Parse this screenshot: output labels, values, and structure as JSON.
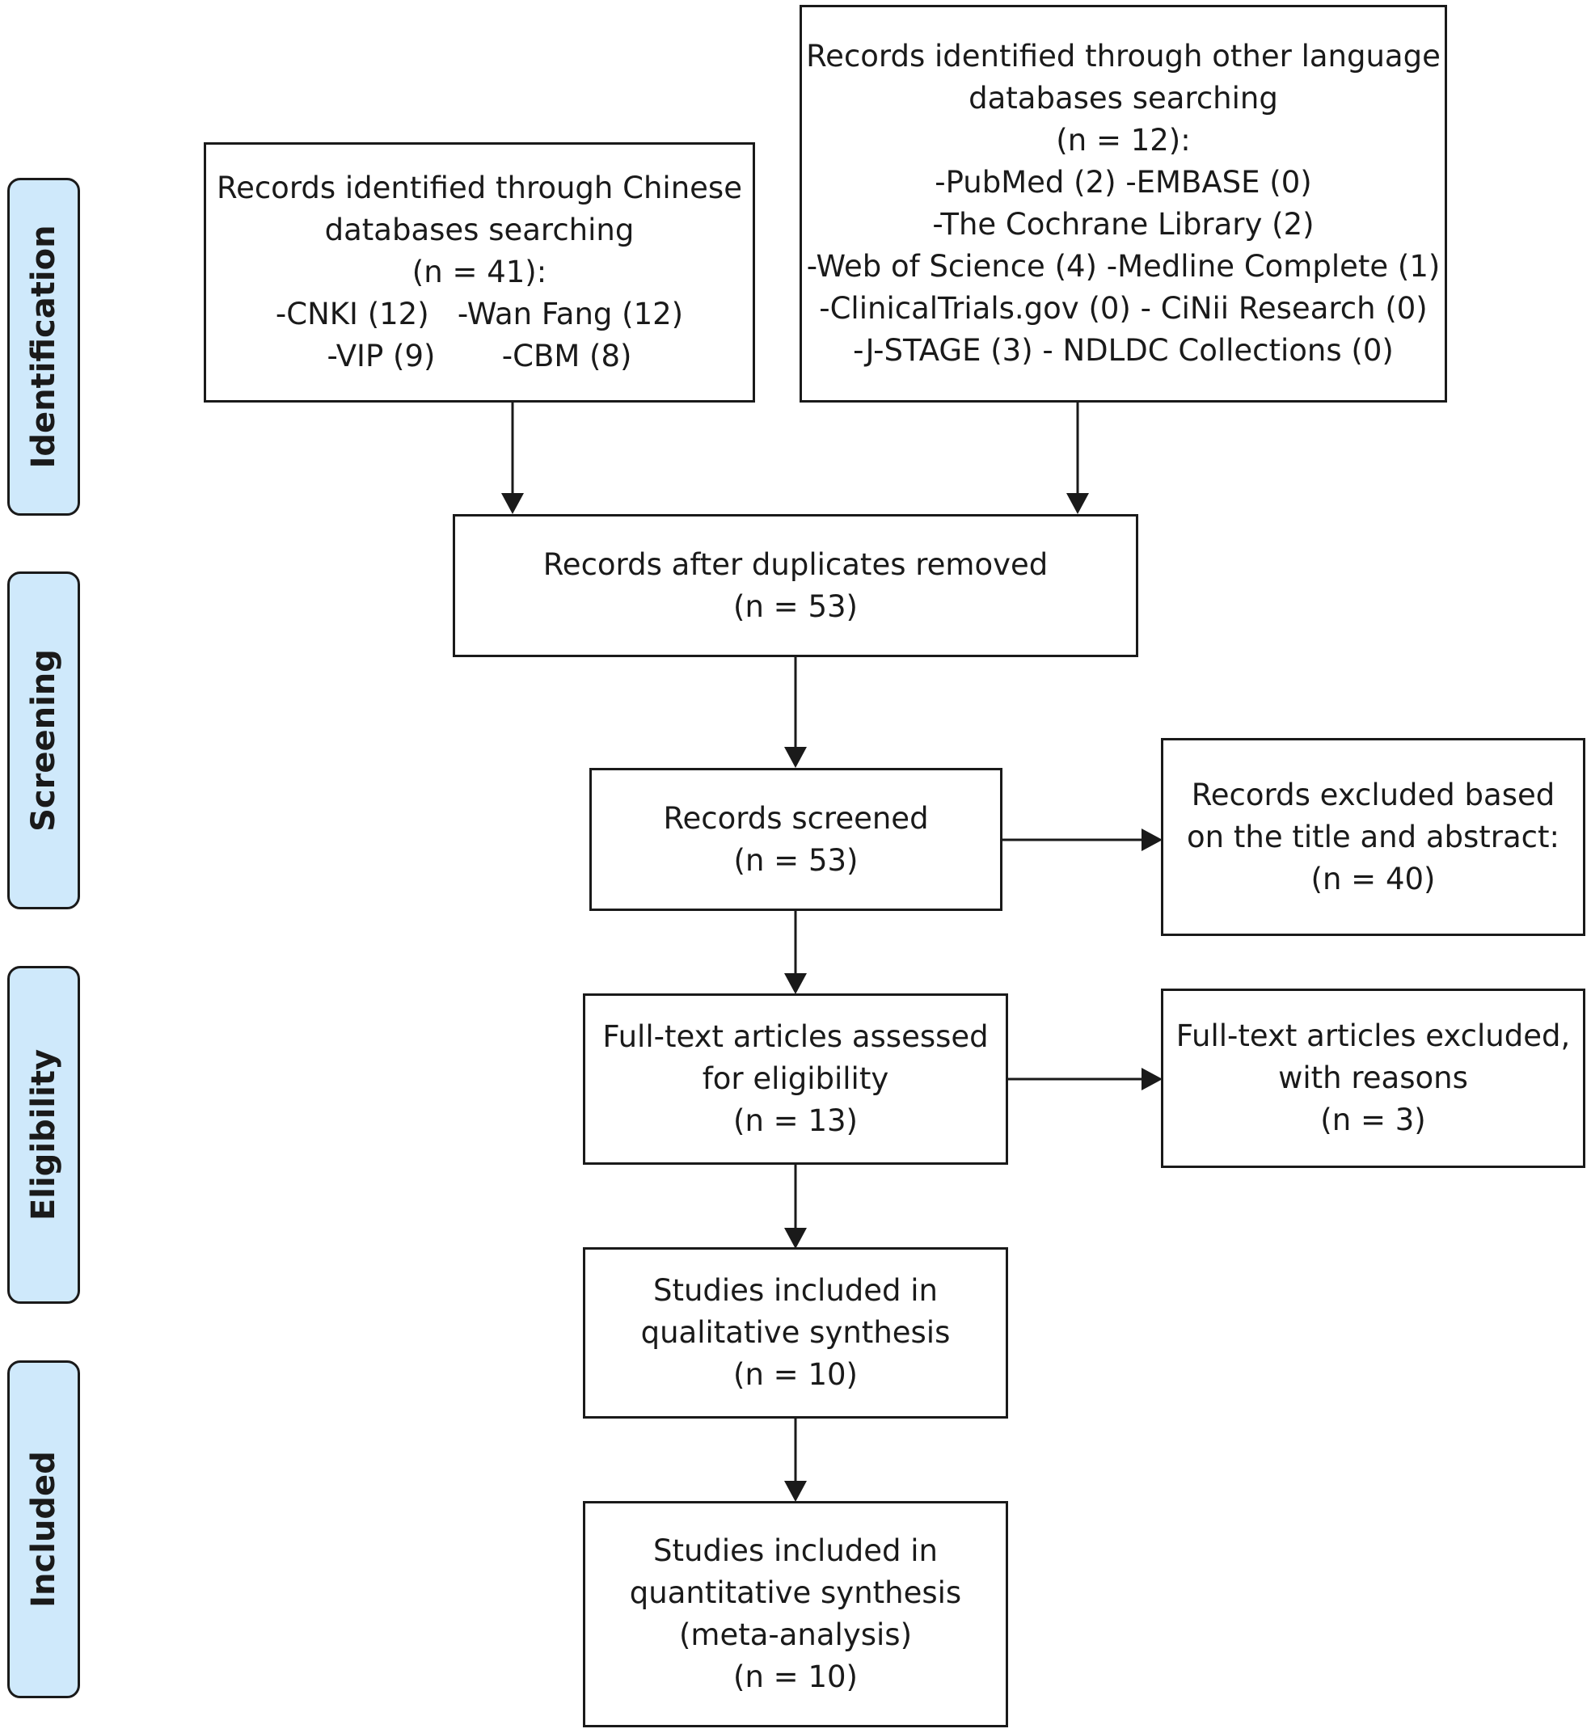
{
  "stages": {
    "identification": "Identification",
    "screening": "Screening",
    "eligibility": "Eligibility",
    "included": "Included"
  },
  "boxes": {
    "chinese_db": [
      "Records identified through Chinese",
      "databases searching",
      "(n = 41):",
      "-CNKI (12)   -Wan Fang (12)",
      "-VIP (9)       -CBM (8)"
    ],
    "other_db": [
      "Records identified through other language",
      "databases searching",
      "(n = 12):",
      "-PubMed (2) -EMBASE (0)",
      "-The Cochrane Library (2)",
      "-Web of Science (4) -Medline Complete (1)",
      "-ClinicalTrials.gov (0) - CiNii Research (0)",
      "-J-STAGE (3) - NDLDC Collections (0)"
    ],
    "duplicates_removed": [
      "Records after duplicates removed",
      "(n = 53)"
    ],
    "screened": [
      "Records screened",
      "(n = 53)"
    ],
    "excluded_title_abstract": [
      "Records excluded based",
      "on the title and abstract:",
      "(n = 40)"
    ],
    "fulltext_assessed": [
      "Full-text articles assessed",
      "for eligibility",
      "(n = 13)"
    ],
    "fulltext_excluded": [
      "Full-text articles excluded,",
      "with reasons",
      "(n = 3)"
    ],
    "qualitative": [
      "Studies included in",
      "qualitative synthesis",
      "(n = 10)"
    ],
    "quantitative": [
      "Studies included in",
      "quantitative synthesis",
      "(meta-analysis)",
      "(n = 10)"
    ]
  },
  "colors": {
    "stage_fill": "#cfe9fb",
    "stroke": "#1a1a1a"
  }
}
